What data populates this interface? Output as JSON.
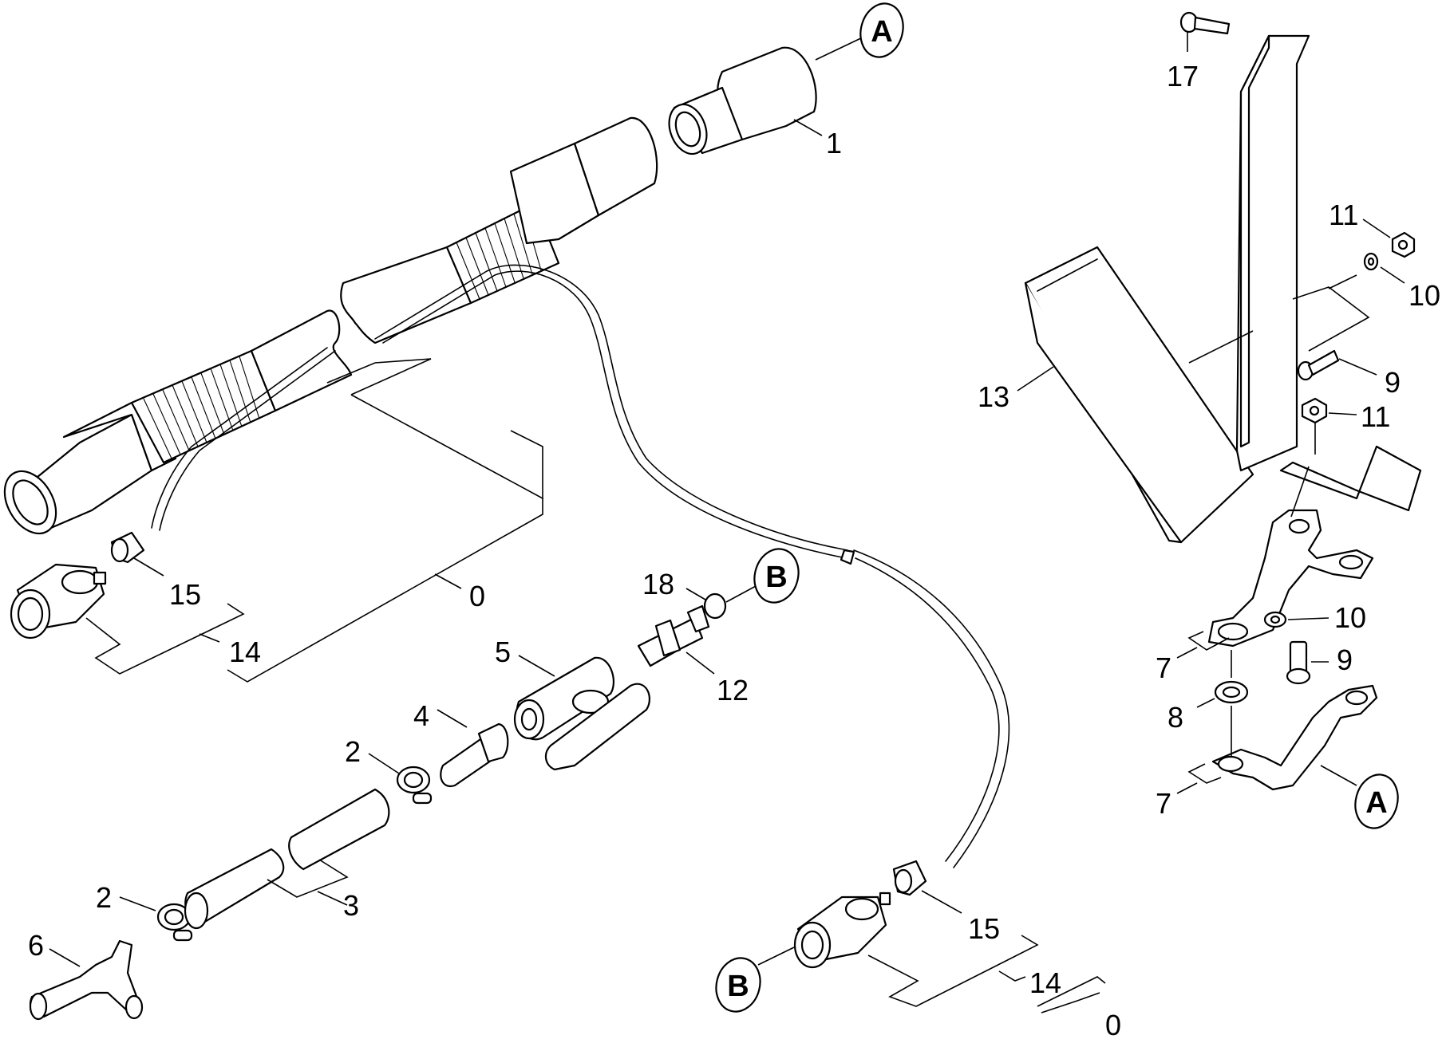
{
  "colors": {
    "line": "#000000",
    "background": "#ffffff"
  },
  "callouts": {
    "c0_top": "0",
    "c0_bottom": "0",
    "c1": "1",
    "c2_upper": "2",
    "c2_lower": "2",
    "c3": "3",
    "c4": "4",
    "c5": "5",
    "c6": "6",
    "c7_upper": "7",
    "c7_lower": "7",
    "c8": "8",
    "c9_upper": "9",
    "c9_lower": "9",
    "c10_upper": "10",
    "c10_lower": "10",
    "c11_upper": "11",
    "c11_lower": "11",
    "c12": "12",
    "c13": "13",
    "c14_left": "14",
    "c14_right": "14",
    "c15_left": "15",
    "c15_right": "15",
    "c17": "17",
    "c18": "18"
  },
  "references": {
    "a_top": "A",
    "a_bottom": "A",
    "b_mid": "B",
    "b_bottom": "B"
  }
}
